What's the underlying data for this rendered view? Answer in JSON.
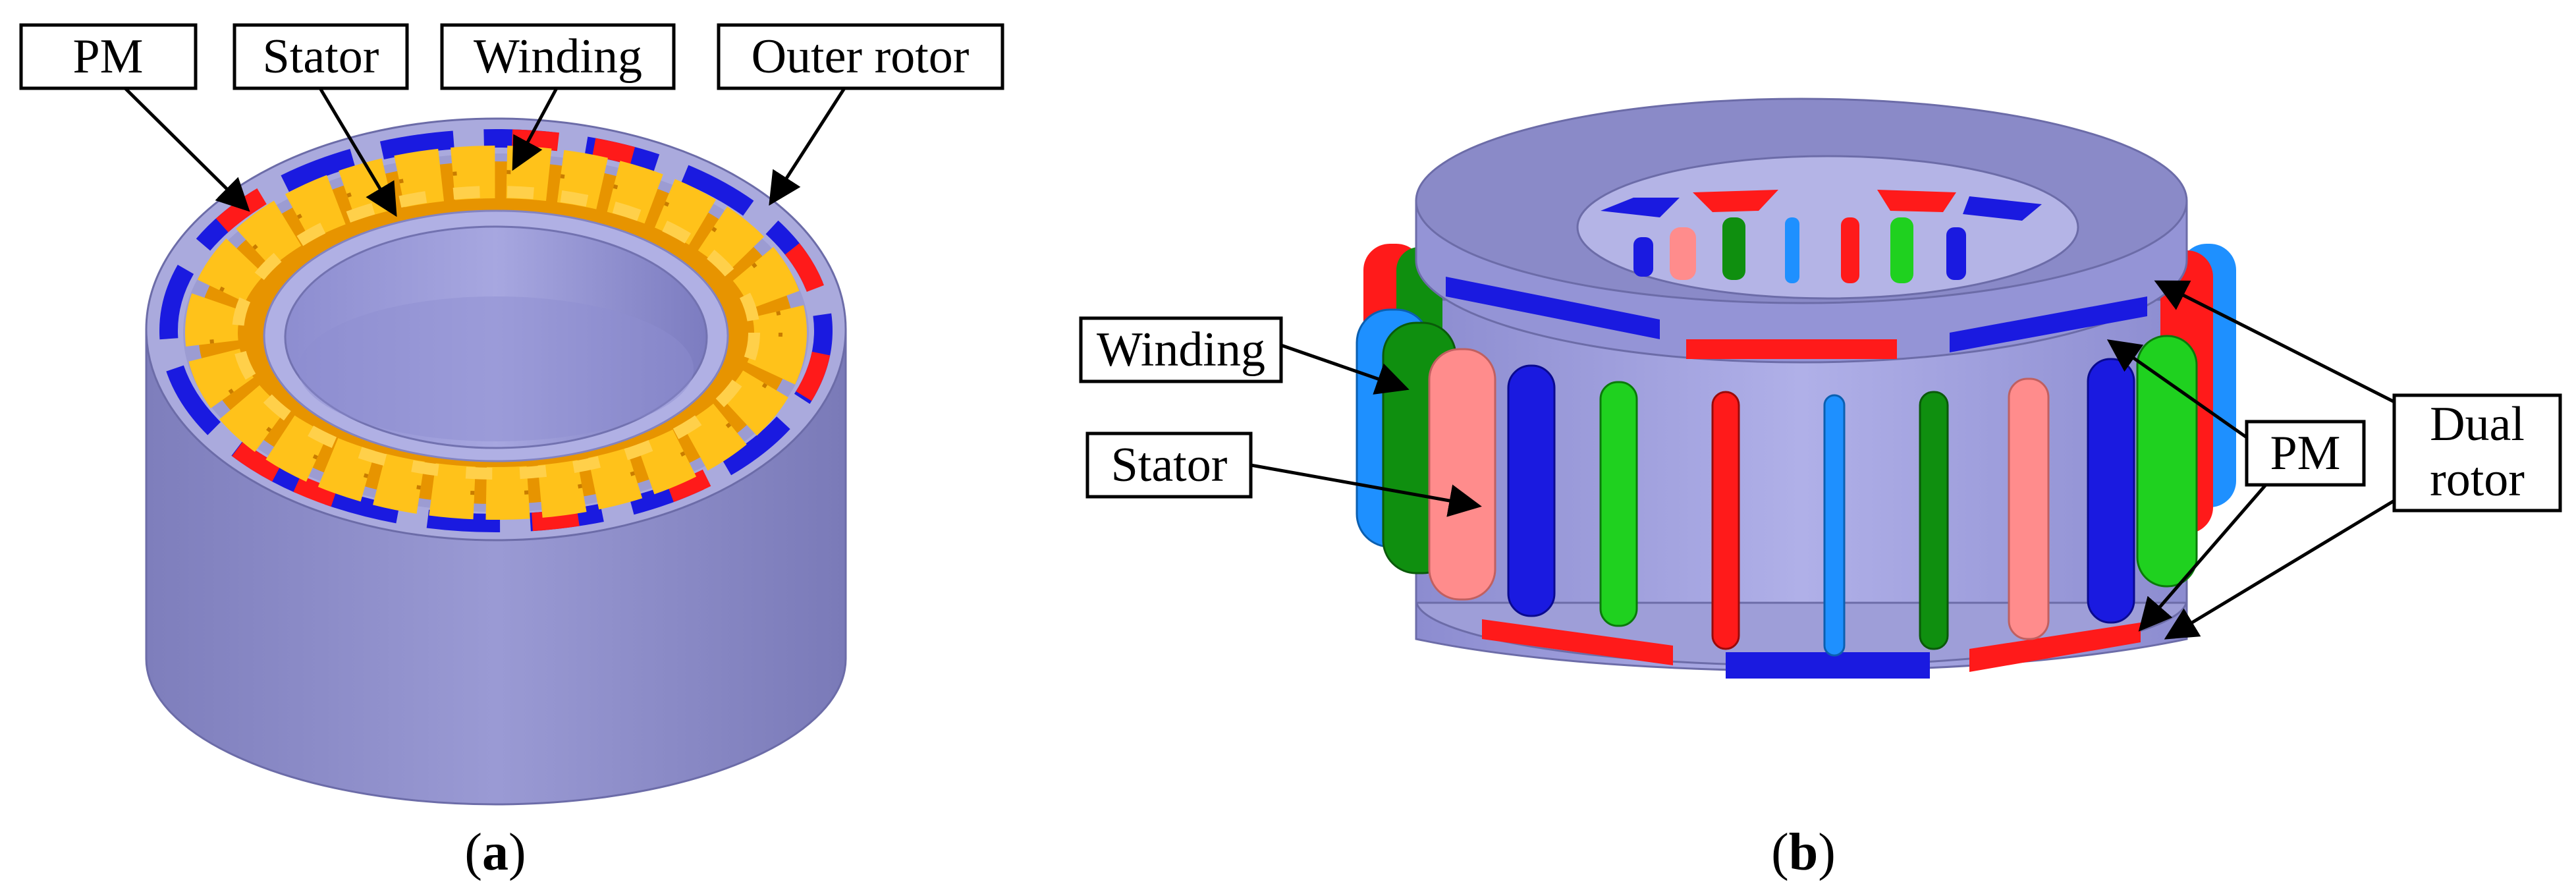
{
  "panel_a": {
    "callouts": {
      "pm": "PM",
      "stator": "Stator",
      "winding": "Winding",
      "outer_rotor": "Outer rotor"
    },
    "caption": {
      "open": "(",
      "letter": "a",
      "close": ")"
    }
  },
  "panel_b": {
    "callouts": {
      "winding": "Winding",
      "stator": "Stator",
      "pm": "PM",
      "dual_rotor_line1": "Dual",
      "dual_rotor_line2": "rotor"
    },
    "caption": {
      "open": "(",
      "letter": "b",
      "close": ")"
    }
  },
  "colors": {
    "rotor_body": "#8c8cc8",
    "rotor_top": "#a4a4dc",
    "pm_red": "#ff1a1a",
    "pm_blue": "#1a1ae0",
    "winding_gold": "#ffbb00",
    "coil_green": "#1fd11f",
    "coil_dark_green": "#0f8f0f",
    "coil_cyan": "#1e90ff",
    "coil_pink": "#ff8c8c"
  }
}
